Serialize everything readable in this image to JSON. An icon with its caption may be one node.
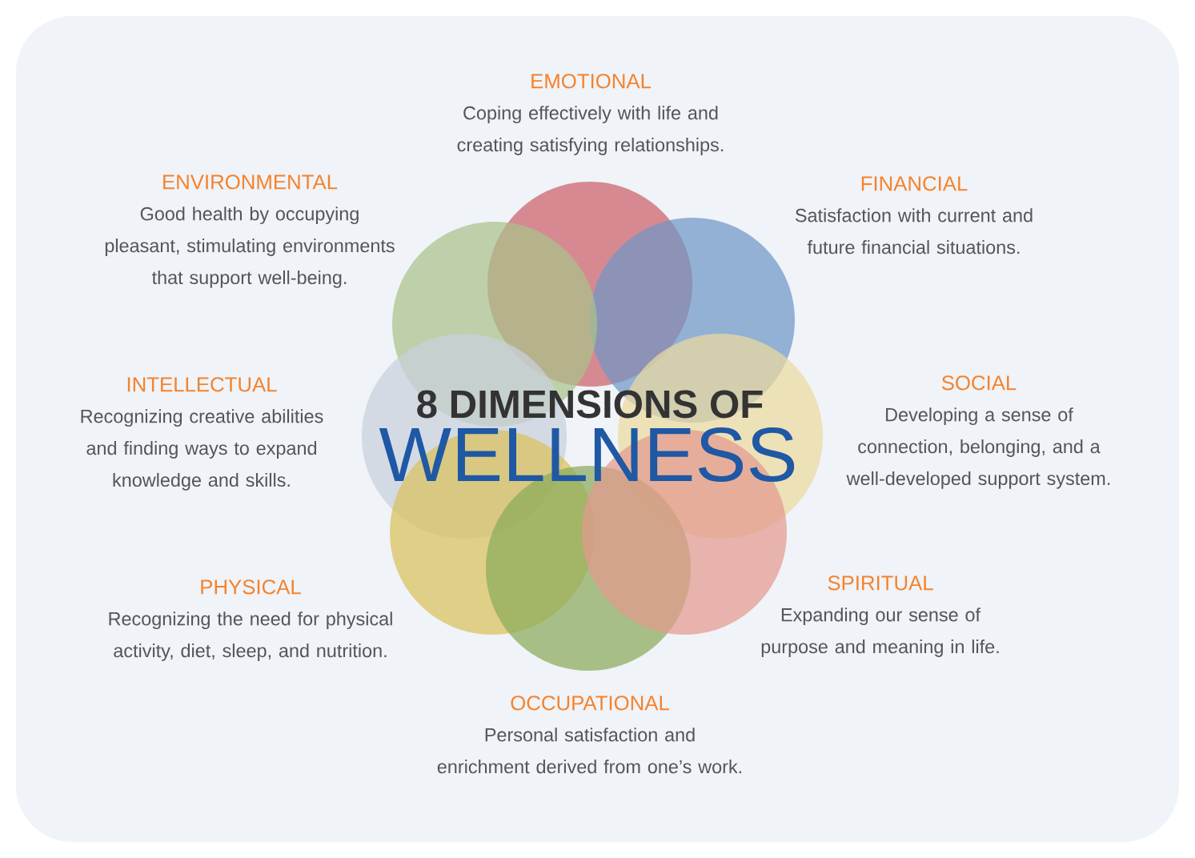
{
  "diagram": {
    "labels": [
      "8 DIMENSIONS OF",
      "WELLNESS",
      "EMOTIONAL",
      "Coping effectively with life and creating satisfying relationships.",
      "ENVIRONMENTAL",
      "Good health by occupying pleasant, stimulating environments that support well-being.",
      "FINANCIAL",
      "Satisfaction with current and future financial situations.",
      "INTELLECTUAL",
      "Recognizing creative abilities and finding ways to expand knowledge and skills.",
      "SOCIAL",
      "Developing a sense of connection, belonging, and a well-developed support system.",
      "PHYSICAL",
      "Recognizing the need for physical activity, diet, sleep, and nutrition.",
      "SPIRITUAL",
      "Expanding our sense of purpose and meaning in life.",
      "OCCUPATIONAL",
      "Personal satisfaction and enrichment derived from one’s work."
    ]
  }
}
